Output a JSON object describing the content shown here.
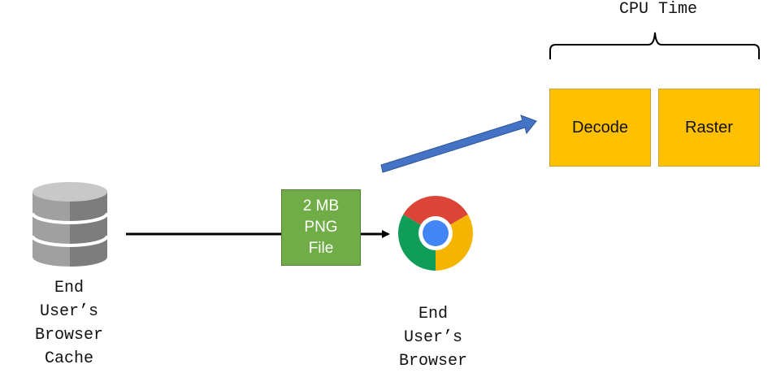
{
  "cpu_time": {
    "label": "CPU Time",
    "blocks": [
      "Decode",
      "Raster"
    ]
  },
  "file_box": {
    "lines": [
      "2 MB",
      "PNG",
      "File"
    ]
  },
  "cache": {
    "lines": [
      "End",
      "User’s",
      "Browser",
      "Cache"
    ]
  },
  "browser": {
    "lines": [
      "End",
      "User’s",
      "Browser"
    ]
  },
  "colors": {
    "cpu_block": "#ffc000",
    "file_box": "#70ad47",
    "arrow_blue": "#4472c4",
    "chrome_red": "#db4437",
    "chrome_green": "#0f9d58",
    "chrome_yellow": "#f4b400",
    "chrome_blue": "#4285f4",
    "database_gray": "#9e9e9e"
  }
}
